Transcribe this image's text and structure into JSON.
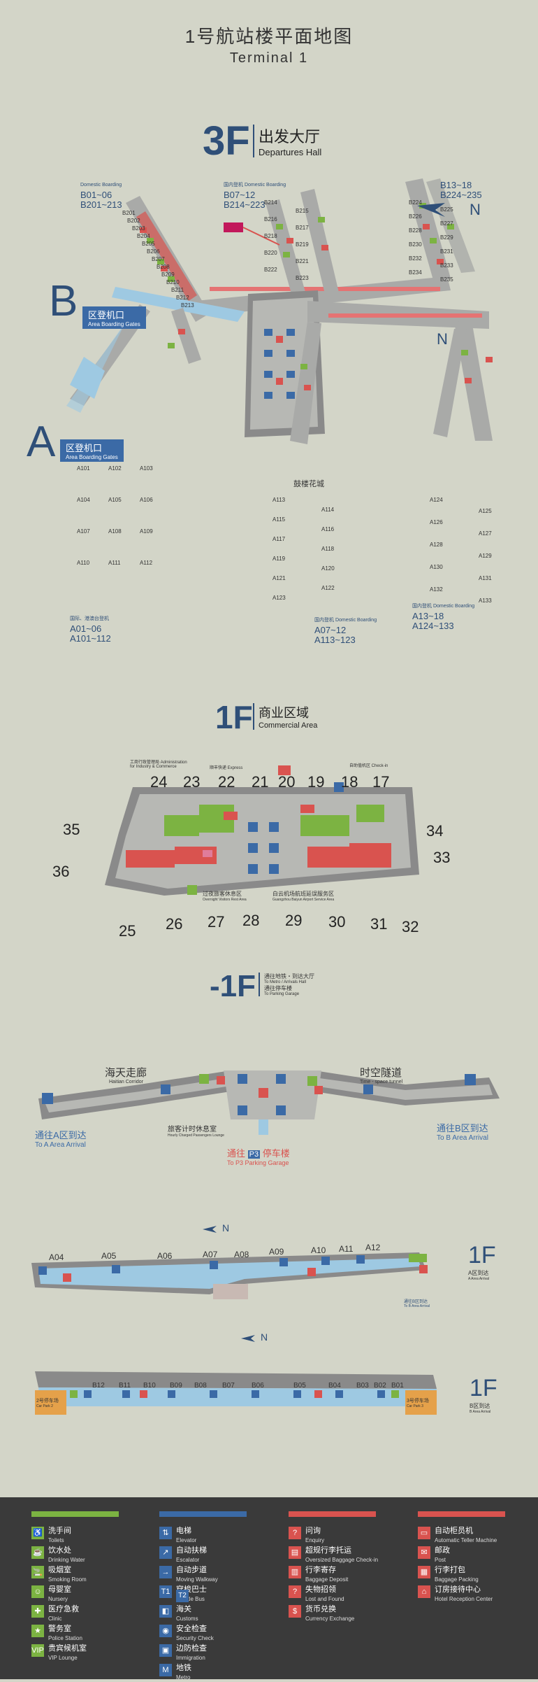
{
  "header": {
    "title_cn": "1号航站楼平面地图",
    "title_en": "Terminal 1"
  },
  "colors": {
    "blue": "#3b6aa6",
    "green": "#7cb342",
    "red": "#d9534f",
    "gray": "#a9aaa8",
    "pink": "#e07c9a",
    "lightblue": "#9ec9e2",
    "legend_bg": "#3a3a3a",
    "dark_blue": "#2f4f78"
  },
  "f3": {
    "floor": "3F",
    "name_cn": "出发大厅",
    "name_en": "Departures Hall",
    "area_b": {
      "letter": "B",
      "cn": "区登机口",
      "en": "Area Boarding Gates"
    },
    "area_a": {
      "letter": "A",
      "cn": "区登机口",
      "en": "Area Boarding Gates"
    },
    "north": "N",
    "huadao": "鼓楼花城",
    "groups": [
      {
        "label": "Domestic Boarding",
        "gates": "B01~06",
        "gates2": "B201~213"
      },
      {
        "label": "国内登机 Domestic Boarding",
        "gates": "B07~12",
        "gates2": "B214~223"
      },
      {
        "label": "",
        "gates": "B13~18",
        "gates2": "B224~235"
      },
      {
        "label": "国际、港澳台登机",
        "gates": "A01~06",
        "gates2": "A101~112"
      },
      {
        "label": "国内登机 Domestic Boarding",
        "gates": "A07~12",
        "gates2": "A113~123"
      },
      {
        "label": "国内登机 Domestic Boarding",
        "gates": "A13~18",
        "gates2": "A124~133"
      }
    ],
    "b_gates": [
      "B201",
      "B202",
      "B203",
      "B204",
      "B205",
      "B206",
      "B207",
      "B208",
      "B209",
      "B210",
      "B211",
      "B212",
      "B213",
      "B214",
      "B215",
      "B216",
      "B217",
      "B218",
      "B219",
      "B220",
      "B221",
      "B222",
      "B223",
      "B224",
      "B225",
      "B226",
      "B227",
      "B228",
      "B229",
      "B230",
      "B231",
      "B232",
      "B233",
      "B234",
      "B235"
    ],
    "a_gates": [
      "A101",
      "A102",
      "A103",
      "A104",
      "A105",
      "A106",
      "A107",
      "A108",
      "A109",
      "A110",
      "A111",
      "A112",
      "A113",
      "A114",
      "A115",
      "A116",
      "A117",
      "A118",
      "A119",
      "A120",
      "A121",
      "A122",
      "A123",
      "A124",
      "A125",
      "A126",
      "A127",
      "A128",
      "A129",
      "A130",
      "A131",
      "A132",
      "A133"
    ]
  },
  "f1": {
    "floor": "1F",
    "name_cn": "商业区域",
    "name_en": "Commercial Area",
    "numbers": [
      "24",
      "23",
      "22",
      "21",
      "20",
      "19",
      "18",
      "17",
      "35",
      "34",
      "36",
      "33",
      "25",
      "26",
      "27",
      "28",
      "29",
      "30",
      "31",
      "32"
    ],
    "admin": "工商行政管理局 Administration for Industry & Commerce",
    "express": "顺丰快递 Express",
    "checkin": "自助值机区 Check-in",
    "vip_cn": "过夜旅客休息区",
    "vip_en": "Overnight Visitors Rest Area",
    "office_cn": "白云机场航班延误服务区",
    "office_en": "Guangzhou Baiyun Airport Service Area"
  },
  "fm1": {
    "floor": "-1F",
    "to_metro_cn": "通往地铁・到达大厅",
    "to_metro_en": "To Metro / Arrivals Hall",
    "parking_cn": "通往停车楼",
    "parking_en": "To Parking Garage",
    "haitian_cn": "海天走廊",
    "haitian_en": "Haitian Corridor",
    "time_cn": "时空隧道",
    "time_en": "Time - space tunnel",
    "lounge_cn": "旅客计时休息室",
    "lounge_en": "Hourly Charged Passengers Lounge",
    "to_a_cn": "通往A区到达",
    "to_a_en": "To A Area Arrival",
    "to_b_cn": "通往B区到达",
    "to_b_en": "To B Area Arrival",
    "p3_cn": "通往",
    "p3_badge": "P3",
    "p3_cn2": "停车楼",
    "p3_en": "To P3 Parking Garage"
  },
  "f1a": {
    "floor": "1F",
    "sub_cn": "A区到达",
    "sub_en": "A Area Arrival",
    "gates": [
      "A04",
      "A05",
      "A06",
      "A07",
      "A08",
      "A09",
      "A10",
      "A11",
      "A12"
    ],
    "north": "N",
    "to_b_cn": "通往B区到达",
    "to_b_en": "To B Area Arrival"
  },
  "f1b": {
    "floor": "1F",
    "sub_cn": "B区到达",
    "sub_en": "B Area Arrival",
    "gates": [
      "B12",
      "B11",
      "B10",
      "B09",
      "B08",
      "B07",
      "B06",
      "B05",
      "B04",
      "B03",
      "B02",
      "B01"
    ],
    "north": "N",
    "lot2_cn": "2号停车场",
    "lot2_en": "Car Park 2",
    "lot3_cn": "3号停车场",
    "lot3_en": "Car Park 3"
  },
  "legend": {
    "col1": [
      {
        "icon": "toilet-icon",
        "glyph": "♿",
        "cn": "洗手间",
        "en": "Toilets"
      },
      {
        "icon": "drinking-water-icon",
        "glyph": "☕",
        "cn": "饮水处",
        "en": "Drinking Water"
      },
      {
        "icon": "smoking-room-icon",
        "glyph": "🚬",
        "cn": "吸烟室",
        "en": "Smoking Room"
      },
      {
        "icon": "nursery-icon",
        "glyph": "☺",
        "cn": "母婴室",
        "en": "Nursery"
      },
      {
        "icon": "clinic-icon",
        "glyph": "✚",
        "cn": "医疗急救",
        "en": "Clinic"
      },
      {
        "icon": "police-icon",
        "glyph": "★",
        "cn": "警务室",
        "en": "Police Station"
      },
      {
        "icon": "vip-icon",
        "glyph": "VIP",
        "cn": "贵宾候机室",
        "en": "VIP Lounge"
      }
    ],
    "col2": [
      {
        "icon": "elevator-icon",
        "glyph": "⇅",
        "cn": "电梯",
        "en": "Elevator"
      },
      {
        "icon": "escalator-icon",
        "glyph": "↗",
        "cn": "自动扶梯",
        "en": "Escalator"
      },
      {
        "icon": "moving-walkway-icon",
        "glyph": "→",
        "cn": "自动步道",
        "en": "Moving Walkway"
      },
      {
        "icon": "shuttle-icon",
        "glyph": "T1",
        "cn": "穿梭巴士",
        "en": "Shuttle Bus"
      },
      {
        "icon": "customs-icon",
        "glyph": "◧",
        "cn": "海关",
        "en": "Customs"
      },
      {
        "icon": "security-icon",
        "glyph": "◉",
        "cn": "安全检查",
        "en": "Security Check"
      },
      {
        "icon": "immigration-icon",
        "glyph": "▣",
        "cn": "边防检查",
        "en": "Immigration"
      },
      {
        "icon": "metro-icon",
        "glyph": "M",
        "cn": "地铁",
        "en": "Metro"
      }
    ],
    "col2_extra": {
      "glyph": "T2"
    },
    "col3": [
      {
        "icon": "enquiry-icon",
        "glyph": "?",
        "cn": "问询",
        "en": "Enquiry"
      },
      {
        "icon": "oversized-baggage-icon",
        "glyph": "▤",
        "cn": "超规行李托运",
        "en": "Oversized Baggage Check-in"
      },
      {
        "icon": "baggage-deposit-icon",
        "glyph": "▥",
        "cn": "行李寄存",
        "en": "Baggage Deposit"
      },
      {
        "icon": "lost-found-icon",
        "glyph": "?",
        "cn": "失物招领",
        "en": "Lost and Found"
      },
      {
        "icon": "currency-icon",
        "glyph": "$",
        "cn": "货币兑换",
        "en": "Currency Exchange"
      }
    ],
    "col4": [
      {
        "icon": "atm-icon",
        "glyph": "▭",
        "cn": "自动柜员机",
        "en": "Automatic Teller Machine"
      },
      {
        "icon": "post-icon",
        "glyph": "✉",
        "cn": "邮政",
        "en": "Post"
      },
      {
        "icon": "baggage-packing-icon",
        "glyph": "▦",
        "cn": "行李打包",
        "en": "Baggage Packing"
      },
      {
        "icon": "hotel-icon",
        "glyph": "⌂",
        "cn": "订房接待中心",
        "en": "Hotel Reception Center"
      }
    ],
    "bar_colors": [
      "#7cb342",
      "#3b6aa6",
      "#d9534f",
      "#d9534f"
    ]
  }
}
